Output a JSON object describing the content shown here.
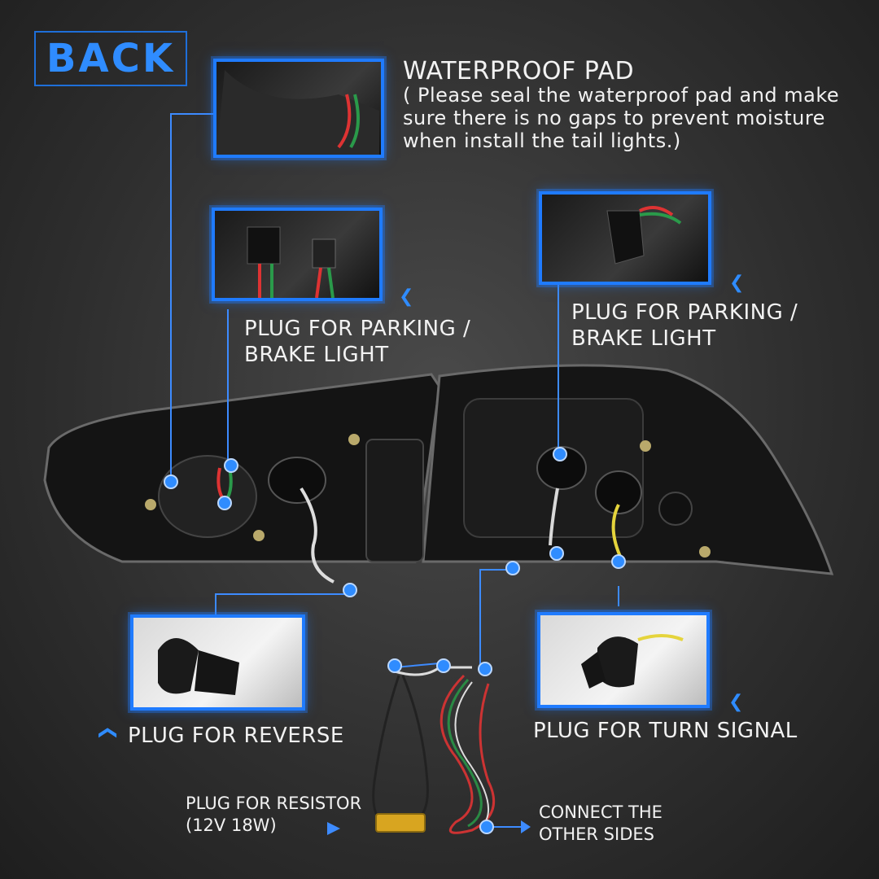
{
  "header": {
    "back_label": "BACK"
  },
  "callouts": {
    "waterproof": {
      "title": "WATERPROOF PAD",
      "note_line1": "( Please seal the waterproof pad and make",
      "note_line2": "sure there is no gaps to prevent moisture",
      "note_line3": "when install the tail lights.)"
    },
    "parking_left": {
      "line1": "PLUG FOR PARKING /",
      "line2": "BRAKE LIGHT"
    },
    "parking_right": {
      "line1": "PLUG FOR PARKING /",
      "line2": "BRAKE LIGHT"
    },
    "reverse": {
      "label": "PLUG FOR REVERSE"
    },
    "turn_signal": {
      "label": "PLUG FOR TURN SIGNAL"
    },
    "resistor": {
      "line1": "PLUG FOR RESISTOR",
      "line2": "(12V 18W)"
    },
    "connect": {
      "line1": "CONNECT THE",
      "line2": "OTHER SIDES"
    }
  },
  "colors": {
    "accent": "#1f7bff",
    "text": "#f2f2f2",
    "background": "#3a3a3a"
  },
  "icons": {
    "pointer": "chevron-left-icon",
    "pointer_up": "chevron-up-icon",
    "pointer_right": "arrow-right-icon"
  }
}
